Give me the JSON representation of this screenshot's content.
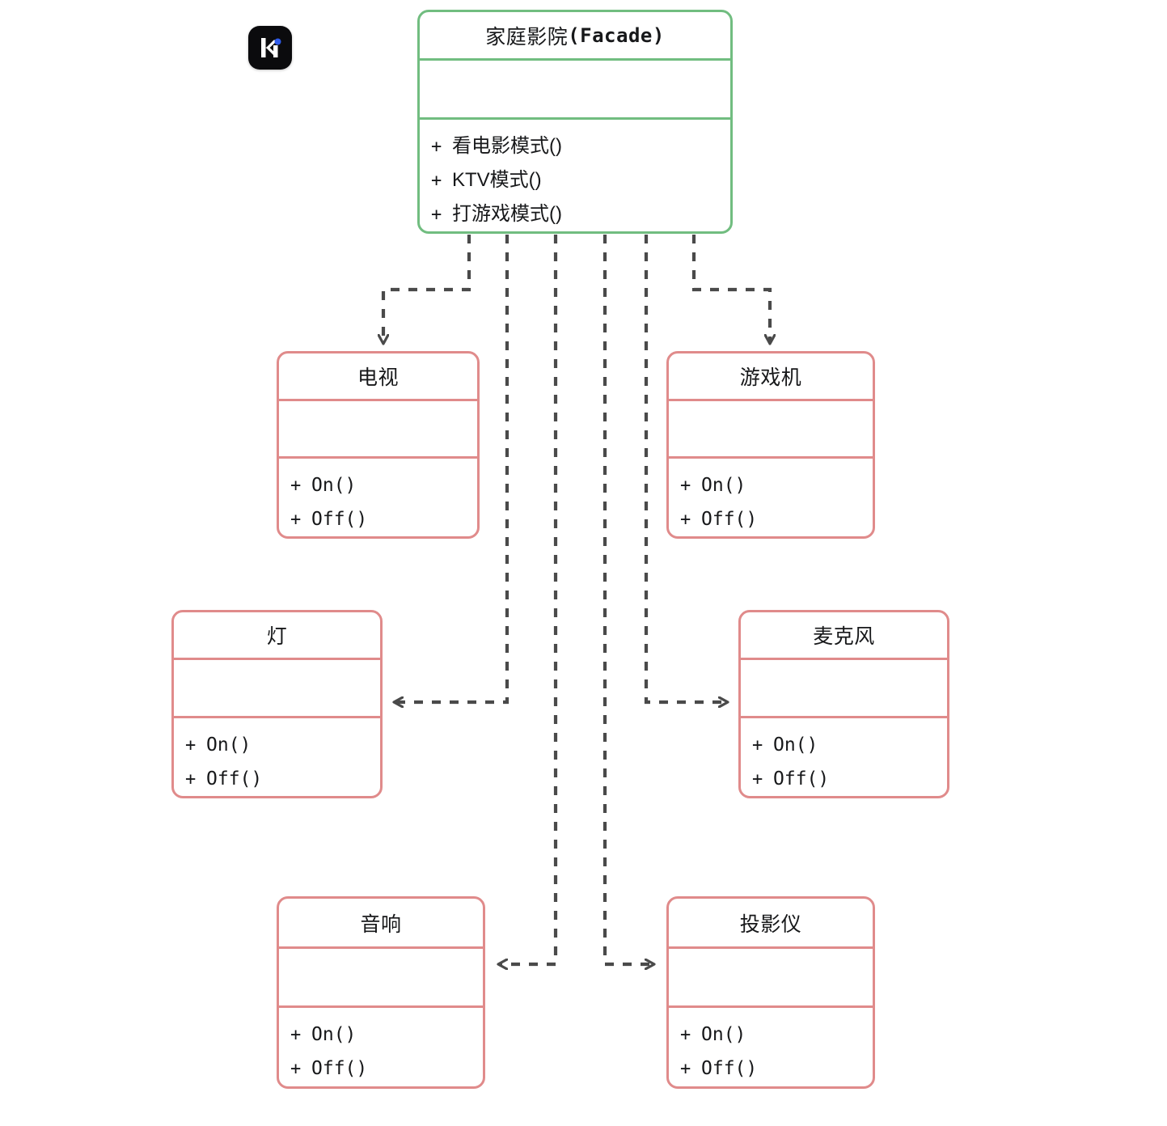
{
  "diagram": {
    "kind": "uml-class-diagram",
    "pattern": "Facade",
    "background": "#ffffff",
    "colors": {
      "facade_border": "#71bd80",
      "subsystem_border": "#e08b8b",
      "connector": "#4a4a4a",
      "text": "#17181a",
      "logo_background": "#0b0b0d",
      "logo_dot": "#2f5bea"
    }
  },
  "logo": {
    "name": "k-logo",
    "letter": "K"
  },
  "facade": {
    "name_cjk": "家庭影院",
    "name_latin": "(Facade)",
    "full_name": "家庭影院(Facade)",
    "attributes": [],
    "methods": [
      {
        "visibility": "+",
        "signature": "看电影模式()"
      },
      {
        "visibility": "+",
        "signature": "KTV模式()"
      },
      {
        "visibility": "+",
        "signature": "打游戏模式()"
      }
    ]
  },
  "subsystems": [
    {
      "id": "tv",
      "name": "电视",
      "attributes": [],
      "methods": [
        {
          "visibility": "+",
          "signature": "On()"
        },
        {
          "visibility": "+",
          "signature": "Off()"
        }
      ]
    },
    {
      "id": "game-console",
      "name": "游戏机",
      "attributes": [],
      "methods": [
        {
          "visibility": "+",
          "signature": "On()"
        },
        {
          "visibility": "+",
          "signature": "Off()"
        }
      ]
    },
    {
      "id": "lamp",
      "name": "灯",
      "attributes": [],
      "methods": [
        {
          "visibility": "+",
          "signature": "On()"
        },
        {
          "visibility": "+",
          "signature": "Off()"
        }
      ]
    },
    {
      "id": "microphone",
      "name": "麦克风",
      "attributes": [],
      "methods": [
        {
          "visibility": "+",
          "signature": "On()"
        },
        {
          "visibility": "+",
          "signature": "Off()"
        }
      ]
    },
    {
      "id": "speaker",
      "name": "音响",
      "attributes": [],
      "methods": [
        {
          "visibility": "+",
          "signature": "On()"
        },
        {
          "visibility": "+",
          "signature": "Off()"
        }
      ]
    },
    {
      "id": "projector",
      "name": "投影仪",
      "attributes": [],
      "methods": [
        {
          "visibility": "+",
          "signature": "On()"
        },
        {
          "visibility": "+",
          "signature": "Off()"
        }
      ]
    }
  ],
  "relations": [
    {
      "from": "facade",
      "to": "tv",
      "style": "dashed",
      "arrow": "open"
    },
    {
      "from": "facade",
      "to": "lamp",
      "style": "dashed",
      "arrow": "open"
    },
    {
      "from": "facade",
      "to": "speaker",
      "style": "dashed",
      "arrow": "open"
    },
    {
      "from": "facade",
      "to": "projector",
      "style": "dashed",
      "arrow": "open"
    },
    {
      "from": "facade",
      "to": "microphone",
      "style": "dashed",
      "arrow": "open"
    },
    {
      "from": "facade",
      "to": "game-console",
      "style": "dashed",
      "arrow": "open"
    }
  ]
}
